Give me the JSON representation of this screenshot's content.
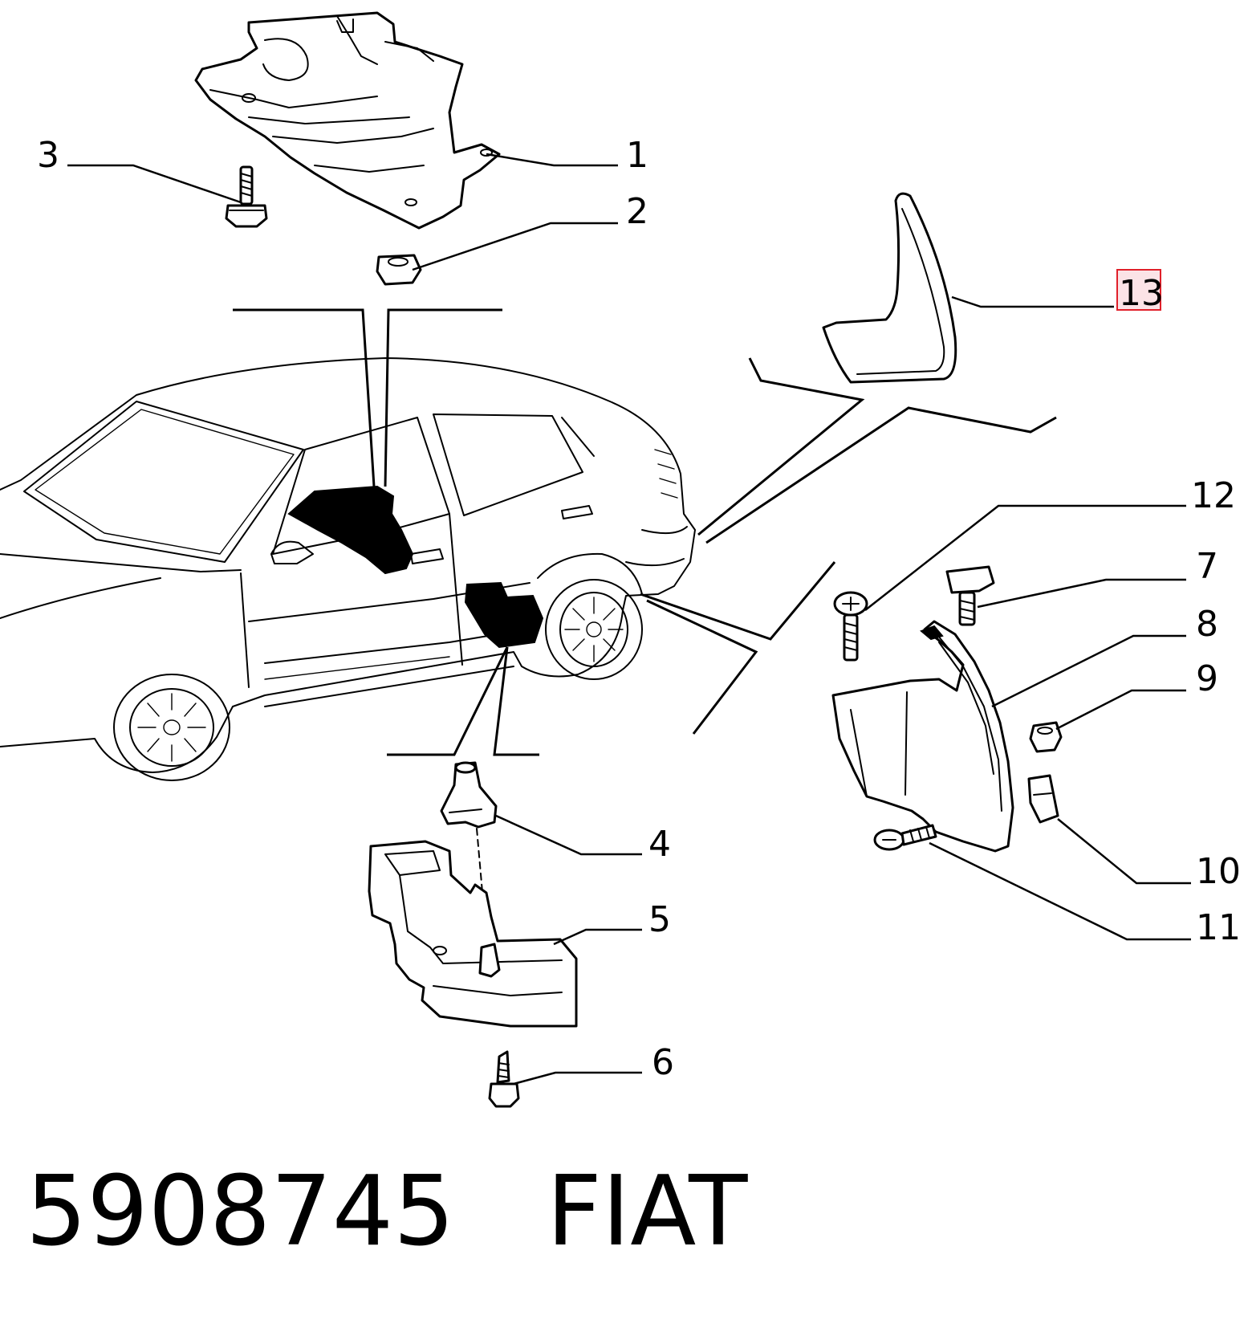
{
  "callouts": [
    {
      "label": "1"
    },
    {
      "label": "2"
    },
    {
      "label": "3"
    },
    {
      "label": "4"
    },
    {
      "label": "5"
    },
    {
      "label": "6"
    },
    {
      "label": "7"
    },
    {
      "label": "8"
    },
    {
      "label": "9"
    },
    {
      "label": "10"
    },
    {
      "label": "11"
    },
    {
      "label": "12"
    },
    {
      "label": "13",
      "highlighted": true
    }
  ],
  "highlight_color": "#e0202a",
  "highlight_fill": "#fbe3e6",
  "footer": {
    "part_number": "5908745",
    "brand": "FIAT"
  }
}
